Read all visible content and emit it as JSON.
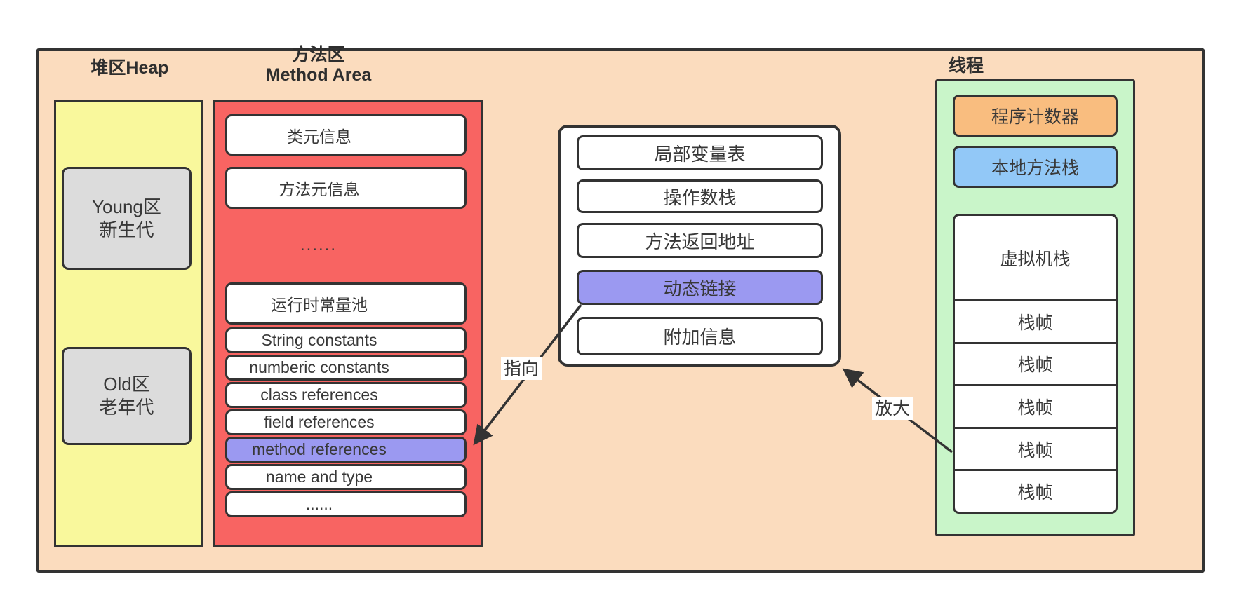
{
  "heap": {
    "title": "堆区Heap",
    "young": {
      "line1": "Young区",
      "line2": "新生代"
    },
    "old": {
      "line1": "Old区",
      "line2": "老年代"
    }
  },
  "method_area": {
    "title_line1": "方法区",
    "title_line2": "Method Area",
    "class_meta": "类元信息",
    "method_meta": "方法元信息",
    "ellipsis": "......",
    "runtime_pool": "运行时常量池",
    "pool_rows": [
      {
        "label": "String constants",
        "highlight": false
      },
      {
        "label": "numberic constants",
        "highlight": false
      },
      {
        "label": "class references",
        "highlight": false
      },
      {
        "label": "field references",
        "highlight": false
      },
      {
        "label": "method references",
        "highlight": true
      },
      {
        "label": "name and type",
        "highlight": false
      },
      {
        "label": "......",
        "highlight": false
      }
    ]
  },
  "frame_detail": {
    "rows": [
      {
        "label": "局部变量表",
        "highlight": false
      },
      {
        "label": "操作数栈",
        "highlight": false
      },
      {
        "label": "方法返回地址",
        "highlight": false
      },
      {
        "label": "动态链接",
        "highlight": true
      },
      {
        "label": "附加信息",
        "highlight": false
      }
    ]
  },
  "thread": {
    "title": "线程",
    "program_counter": "程序计数器",
    "native_method_stack": "本地方法栈",
    "vm_stack": "虚拟机栈",
    "frames": [
      "栈帧",
      "栈帧",
      "栈帧",
      "栈帧",
      "栈帧"
    ]
  },
  "annotations": {
    "point_to": "指向",
    "zoom_in": "放大"
  },
  "colors": {
    "canvas_bg": "#fbdcbe",
    "heap_bg": "#f9f89c",
    "generation_bg": "#dcdcdc",
    "method_area_bg": "#f86462",
    "highlight_purple": "#9b99f1",
    "thread_bg": "#c9f5c9",
    "program_counter_bg": "#f9bd7f",
    "native_stack_bg": "#92c8f7",
    "outline": "#333333"
  }
}
